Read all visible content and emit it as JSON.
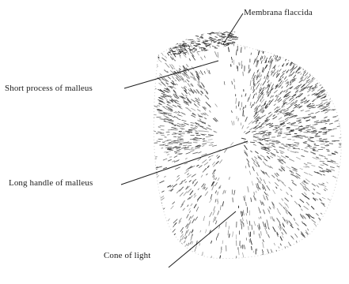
{
  "figure": {
    "labels": {
      "membrana_flaccida": "Membrana flaccida",
      "short_process": "Short process of malleus",
      "long_handle": "Long handle of malleus",
      "cone_of_light": "Cone of light"
    }
  }
}
